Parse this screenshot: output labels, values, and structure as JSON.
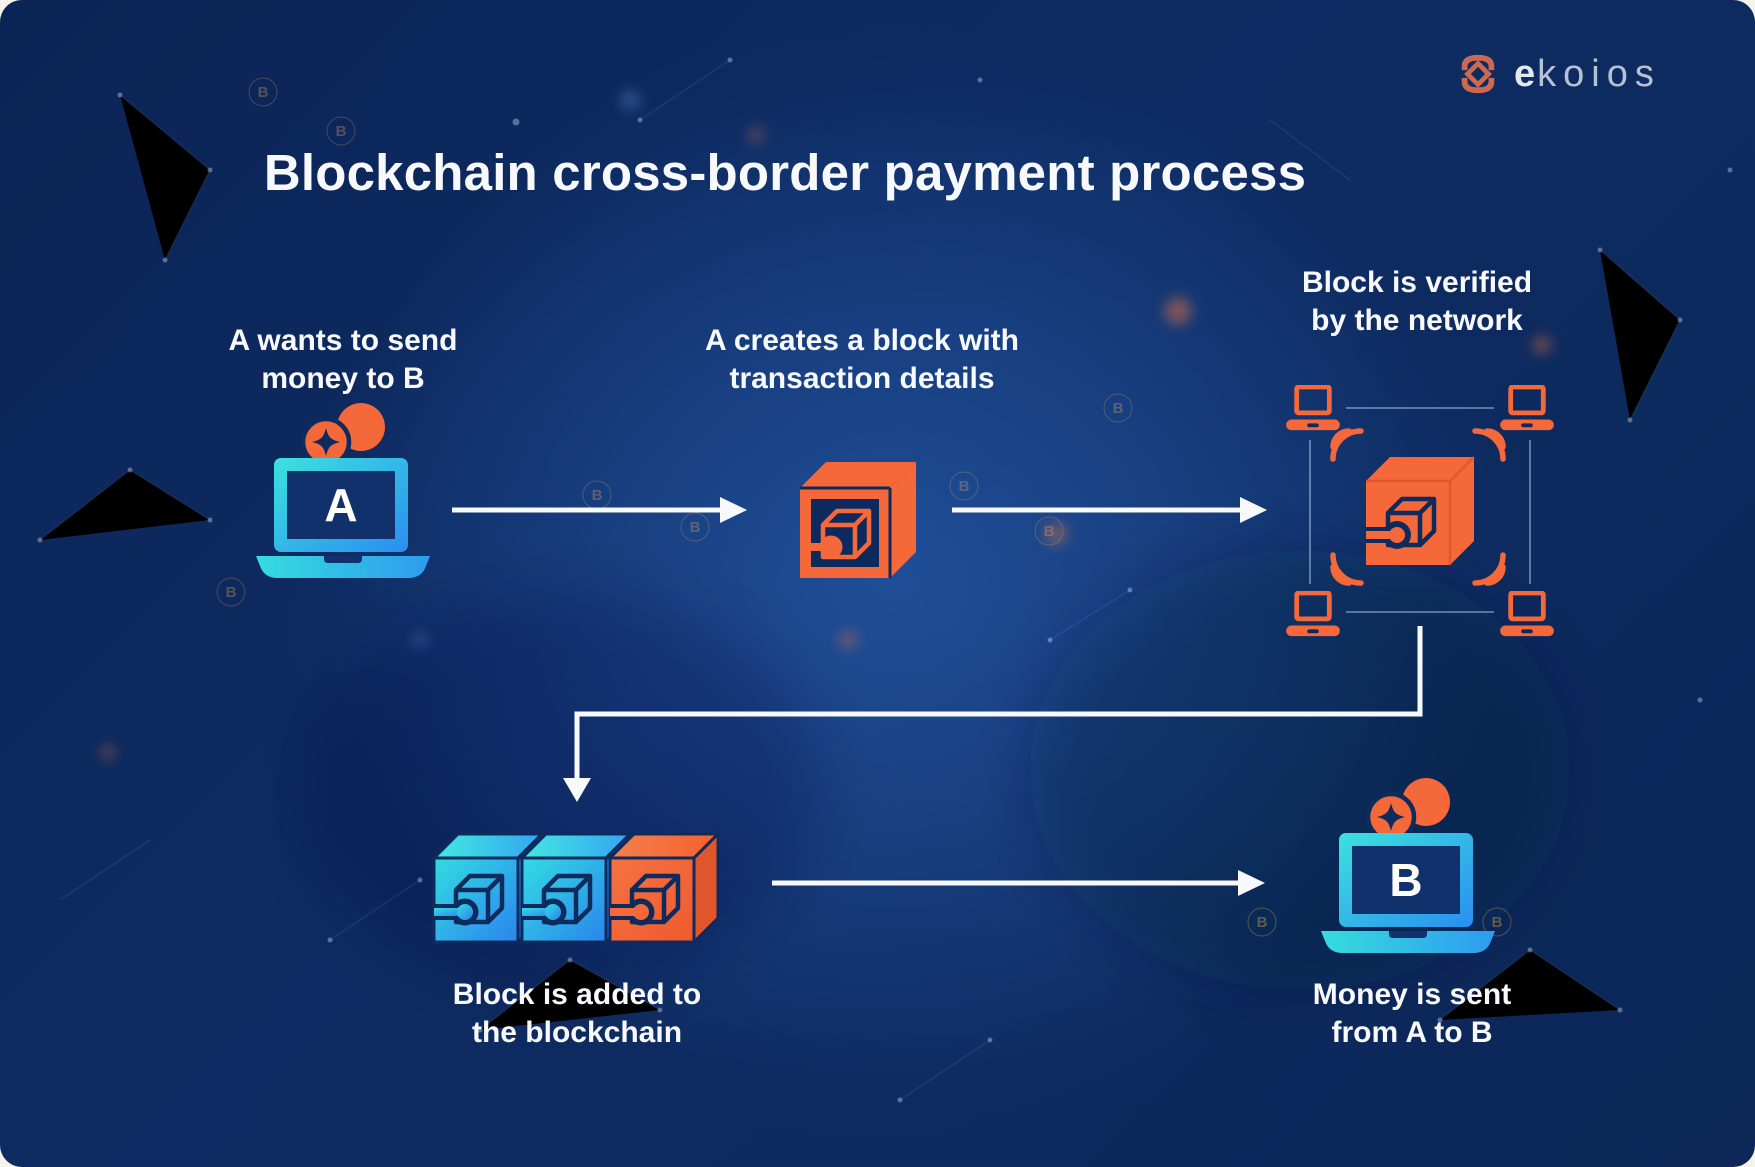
{
  "page": {
    "title": "Blockchain cross-border payment process"
  },
  "logo": {
    "brand_bold": "e",
    "brand_light": "koios"
  },
  "steps": [
    {
      "caption": "A wants to send\nmoney to B",
      "screen_letter": "A"
    },
    {
      "caption": "A creates a block with\ntransaction details"
    },
    {
      "caption": "Block is verified\nby the network"
    },
    {
      "caption": "Block is added to\nthe blockchain"
    },
    {
      "caption": "Money is sent\nfrom A to B",
      "screen_letter": "B"
    }
  ],
  "colors": {
    "bg": "#0d2a5e",
    "bg-deep": "#0a2152",
    "glow": "#2c67be",
    "orange": "#f4683a",
    "orange-dark": "#e0562c",
    "cyan": "#38e3e0",
    "blue": "#2b86ef",
    "navy": "#0e2b5e",
    "screen": "#11316c",
    "white": "#f7f9fc",
    "coral": "#cc6950",
    "logo-light": "#b6c1d4",
    "line": "rgba(205,224,255,0.55)"
  }
}
